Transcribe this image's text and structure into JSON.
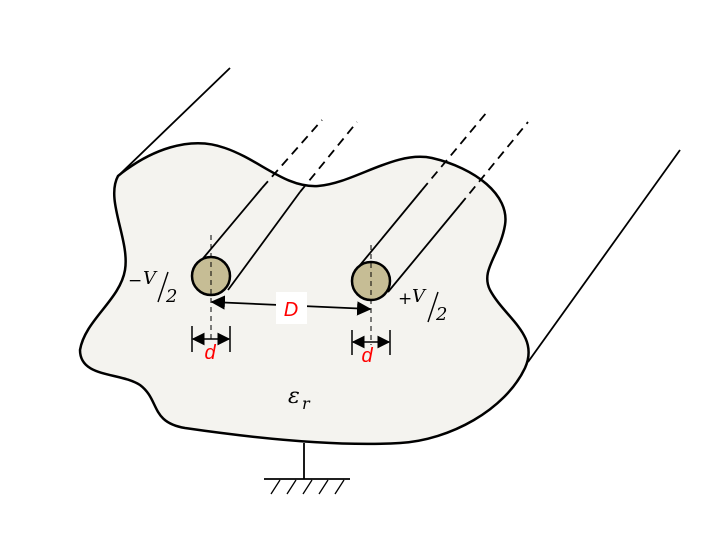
{
  "diagram": {
    "left_conductor": {
      "sign": "−",
      "numerator": "V",
      "denominator": "2"
    },
    "right_conductor": {
      "sign": "+",
      "numerator": "V",
      "denominator": "2"
    },
    "separation_label": "D",
    "diameter_label_left": "d",
    "diameter_label_right": "d",
    "dielectric": {
      "symbol": "ε",
      "subscript": "r"
    }
  },
  "colors": {
    "dielectric_fill": "#f4f3ef",
    "conductor_fill": "#c6bd95",
    "dimension_text": "#ff0000",
    "stroke": "#000000"
  }
}
